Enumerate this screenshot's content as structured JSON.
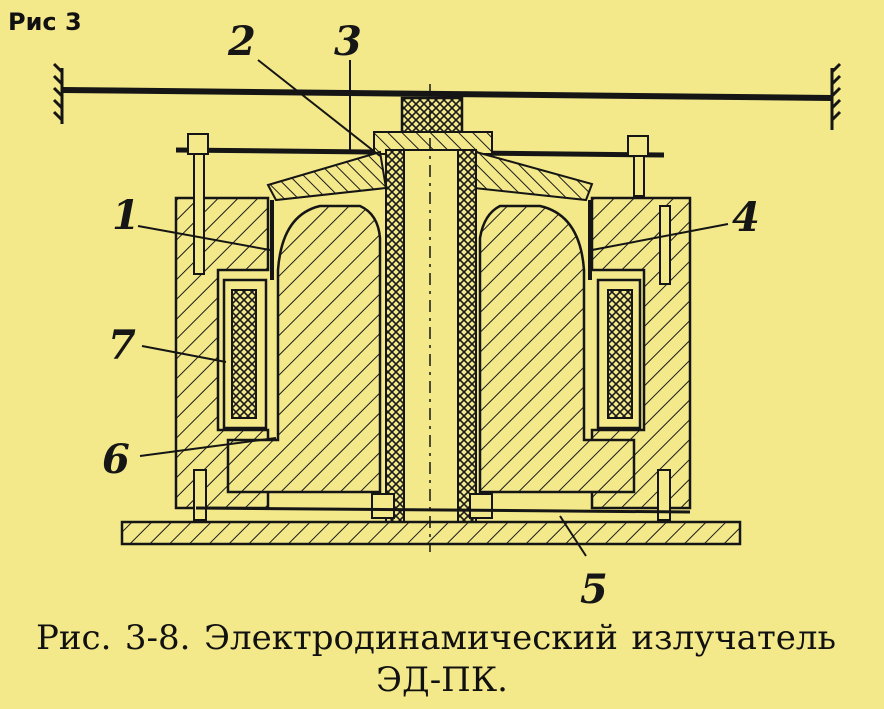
{
  "figure_label": "Рис 3",
  "callouts": {
    "c1": "1",
    "c2": "2",
    "c3": "3",
    "c4": "4",
    "c5": "5",
    "c6": "6",
    "c7": "7"
  },
  "caption": {
    "prefix": "Рис.",
    "number": "3-8.",
    "word1": "Электродинамический",
    "word2": "излучатель",
    "line2": "ЭД-ПК."
  },
  "colors": {
    "paper": "#f3e98a",
    "ink": "#151515"
  }
}
